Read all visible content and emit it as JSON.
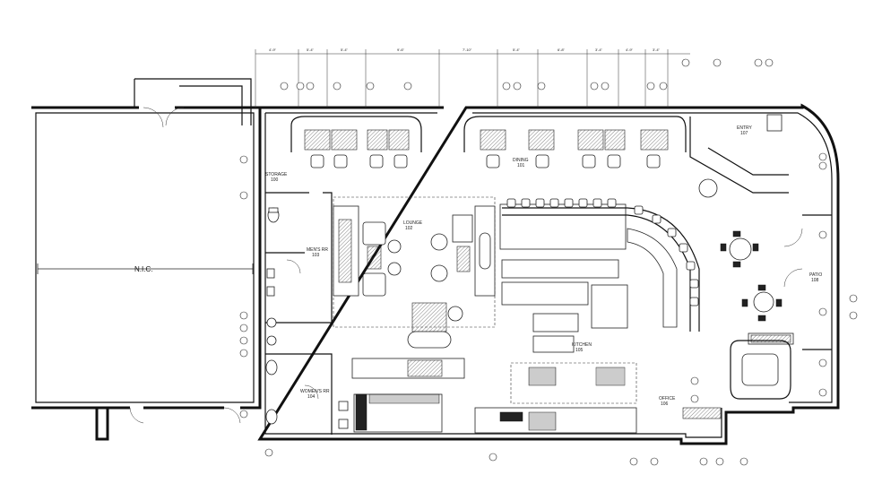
{
  "plan": {
    "area_label": "N.I.C.",
    "rooms": {
      "storage": {
        "name": "STORAGE",
        "number": "100"
      },
      "lounge": {
        "name": "LOUNGE",
        "number": "102"
      },
      "dining": {
        "name": "DINING",
        "number": "101"
      },
      "mens": {
        "name": "MEN'S RR",
        "number": "103"
      },
      "womens": {
        "name": "WOMEN'S RR",
        "number": "104"
      },
      "kitchen": {
        "name": "KITCHEN",
        "number": "105"
      },
      "office": {
        "name": "OFFICE",
        "number": "106"
      },
      "patio": {
        "name": "PATIO",
        "number": "108"
      },
      "entry": {
        "name": "ENTRY",
        "number": "107"
      }
    },
    "dimensions": [
      "4'-9\"",
      "5'-4\"",
      "5'-4\"",
      "9'-6\"",
      "7'-10\"",
      "5'-4\"",
      "6'-8\"",
      "3'-4\"",
      "4'-9\"",
      "3'-4\""
    ]
  }
}
